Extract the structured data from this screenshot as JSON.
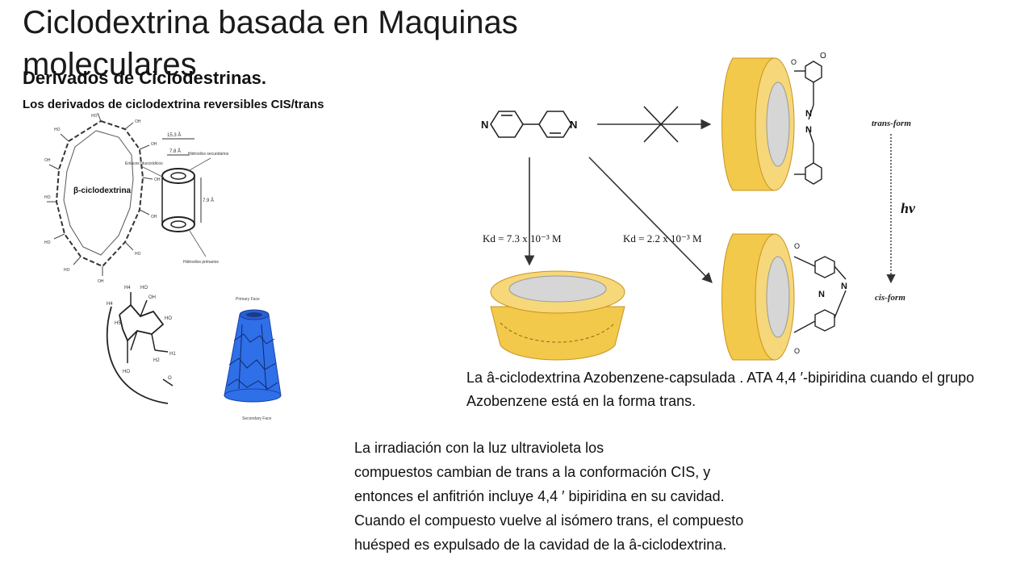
{
  "slide": {
    "title": "Ciclodextrina basada en Maquinas moleculares",
    "subtitle": "Derivados de Ciclodestrinas.",
    "subsubtitle": "Los derivados de ciclodextrina reversibles CIS/trans",
    "caption_top": "La â-ciclodextrina Azobenzene-capsulada  . ATA 4,4 ′-bipiridina cuando el grupo Azobenzene está en la forma trans.",
    "caption_bottom": [
      "La irradiación con la luz ultravioleta los",
      "compuestos cambian de trans a la conformación CIS, y",
      "entonces el anfitrión incluye 4,4 ′ bipiridina en su cavidad.",
      "Cuando el compuesto vuelve al isómero trans, el compuesto",
      "huésped es expulsado de la cavidad de la â-ciclodextrina."
    ]
  },
  "figure_left": {
    "ring_label": "β-ciclodextrina",
    "dim_top": "15.3 Å",
    "dim_inner": "7.8 Å",
    "dim_height": "7.9 Å",
    "label_enlaces": "Enlaces glucosídicos",
    "label_secundarios": "Hidroxilos secundarios",
    "label_primarios": "Hidroxilos primarios",
    "primary_face": "Primary Face",
    "secondary_face": "Secondary Face"
  },
  "figure_right": {
    "kd_left": "Kd = 7.3 x 10⁻³ M",
    "kd_right": "Kd = 2.2 x 10⁻³ M",
    "trans_form": "trans-form",
    "hv": "hν",
    "cis_form": "cis-form"
  },
  "colors": {
    "cone_yellow": "#f2c94a",
    "cone_dark": "#d9a52c",
    "cavity_gray": "#d6d6d6",
    "blue_cone": "#2f6fe8"
  }
}
